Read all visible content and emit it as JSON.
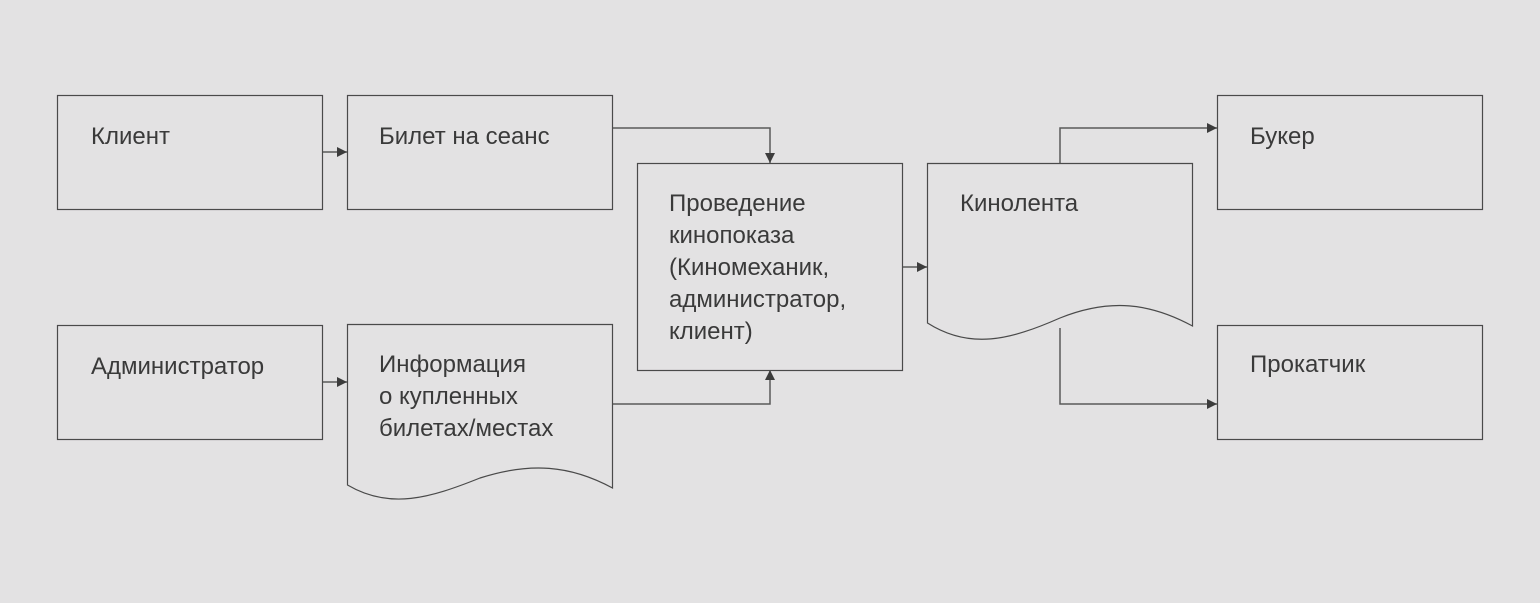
{
  "nodes": {
    "client": "Клиент",
    "ticket": "Билет на сеанс",
    "screening": [
      "Проведение",
      "кинопоказа",
      "(Киномеханик,",
      "администратор,",
      "клиент)"
    ],
    "film": "Кинолента",
    "booker": "Букер",
    "administrator": "Администратор",
    "purchase_info": [
      "Информация",
      "о купленных",
      "билетах/местах"
    ],
    "distributor": "Прокатчик"
  },
  "colors": {
    "background": "#e3e2e3",
    "stroke": "#4a4a4a",
    "text": "#3a3a3a"
  }
}
